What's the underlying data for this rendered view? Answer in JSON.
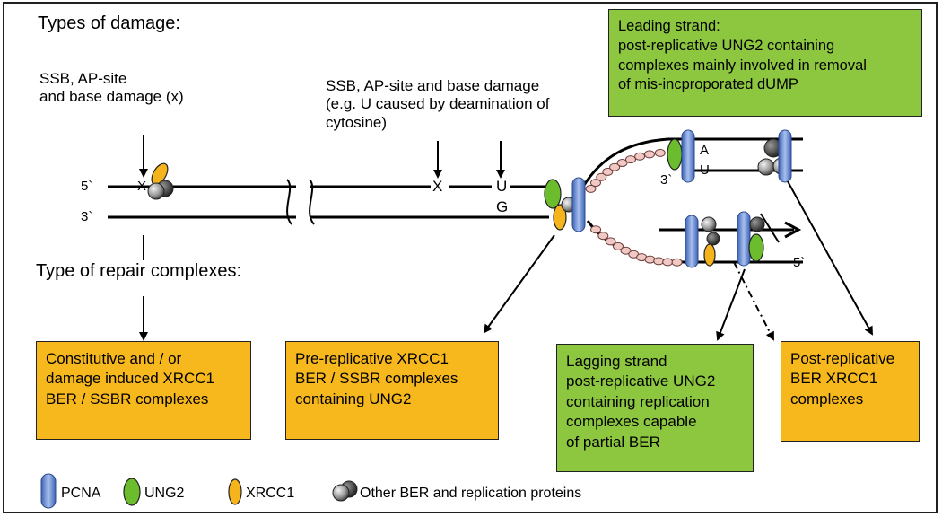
{
  "headings": {
    "damage_types": "Types of damage:",
    "repair_types": "Type of repair complexes:"
  },
  "damage_labels": {
    "left": [
      "SSB, AP-site",
      "and base damage (x)"
    ],
    "middle": [
      "SSB, AP-site and base damage",
      "(e.g. U caused by deamination of",
      "cytosine)"
    ]
  },
  "strand_labels": {
    "five_prime_left": "5`",
    "three_prime_left": "3`",
    "three_prime_fork": "3`",
    "five_prime_fork": "5`",
    "x_left": "X",
    "x_mid": "X",
    "u_mid": "U",
    "g_mid": "G",
    "a_fork": "A",
    "u_fork": "U"
  },
  "boxes": {
    "leading": [
      "Leading strand:",
      "post-replicative UNG2 containing",
      "complexes mainly involved in removal",
      "of mis-incproporated dUMP"
    ],
    "constitutive": [
      "Constitutive and / or",
      "damage induced XRCC1",
      "BER / SSBR complexes"
    ],
    "pre_replicative": [
      "Pre-replicative XRCC1",
      "BER / SSBR complexes",
      "containing UNG2"
    ],
    "lagging": [
      "Lagging strand",
      "post-replicative UNG2",
      "containing replication",
      "complexes capable",
      "of partial BER"
    ],
    "post_replicative": [
      "Post-replicative",
      "BER XRCC1",
      "complexes"
    ]
  },
  "legend": {
    "pcna": "PCNA",
    "ung2": "UNG2",
    "xrcc1": "XRCC1",
    "other": "Other BER and replication proteins"
  },
  "colors": {
    "pcna": "#6f93d6",
    "ung2": "#6cbd2e",
    "xrcc1": "#f5b41b",
    "orange_box": "#f7b81e",
    "green_box": "#8dc63f",
    "primer": "#f0c8c4"
  }
}
